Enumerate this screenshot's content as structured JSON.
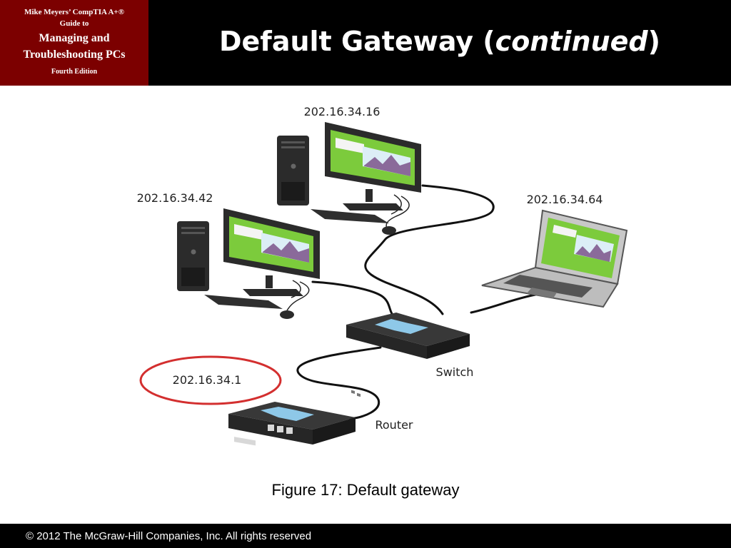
{
  "badge": {
    "line1": "Mike Meyers’ CompTIA A+®",
    "line2": "Guide to",
    "line3": "Managing and",
    "line4": "Troubleshooting PCs",
    "line5": "Fourth Edition"
  },
  "title": {
    "main": "Default Gateway (",
    "italic": "continued",
    "close": ")"
  },
  "diagram": {
    "labels": {
      "pc_top_ip": "202.16.34.16",
      "pc_left_ip": "202.16.34.42",
      "laptop_ip": "202.16.34.64",
      "router_ip": "202.16.34.1",
      "switch": "Switch",
      "router": "Router"
    },
    "colors": {
      "screen": "#7ccb3c",
      "highlight_ring": "#d32f2f",
      "device_dark": "#2b2b2b",
      "arrow_blue": "#8ec8e8"
    }
  },
  "caption": "Figure 17: Default gateway",
  "footer": "© 2012 The McGraw-Hill Companies, Inc. All rights reserved"
}
